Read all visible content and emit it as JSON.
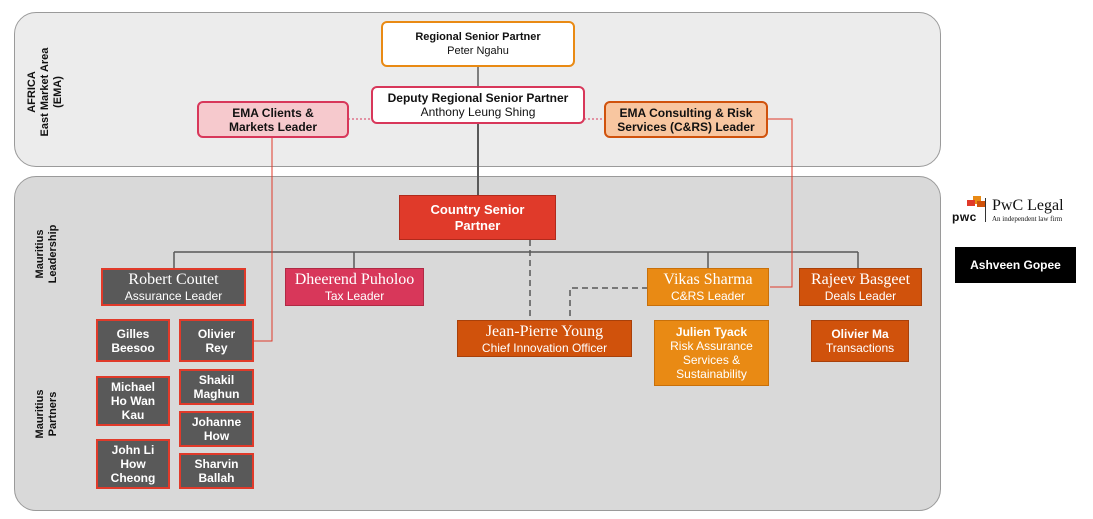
{
  "labels": {
    "ema_area": "AFRICA\nEast Market Area\n(EMA)",
    "leadership": "Mauritius\nLeadership",
    "partners": "Mauritius\nPartners"
  },
  "regional_senior_partner": {
    "title": "Regional Senior Partner",
    "name": "Peter Ngahu"
  },
  "deputy_regional_senior_partner": {
    "title": "Deputy Regional Senior Partner",
    "name": "Anthony Leung Shing"
  },
  "ema_clients_markets": {
    "line1": "EMA Clients &",
    "line2": "Markets Leader"
  },
  "ema_consulting_risk": {
    "line1": "EMA Consulting & Risk",
    "line2": "Services (C&RS) Leader"
  },
  "country_senior_partner": {
    "line1": "Country Senior",
    "line2": "Partner"
  },
  "leaders": {
    "robert": {
      "name": "Robert Coutet",
      "role": "Assurance Leader"
    },
    "dheerend": {
      "name": "Dheerend Puholoo",
      "role": "Tax Leader"
    },
    "jean_pierre": {
      "name": "Jean-Pierre Young",
      "role": "Chief Innovation Officer"
    },
    "vikas": {
      "name": "Vikas Sharma",
      "role": "C&RS Leader"
    },
    "rajeev": {
      "name": "Rajeev Basgeet",
      "role": "Deals Leader"
    }
  },
  "partners": {
    "gilles": {
      "line1": "Gilles",
      "line2": "Beesoo"
    },
    "olivier_rey": {
      "line1": "Olivier",
      "line2": "Rey"
    },
    "michael": {
      "line1": "Michael",
      "line2": "Ho Wan",
      "line3": "Kau"
    },
    "shakil": {
      "line1": "Shakil",
      "line2": "Maghun"
    },
    "johanne": {
      "line1": "Johanne",
      "line2": "How"
    },
    "john_li": {
      "line1": "John Li",
      "line2": "How",
      "line3": "Cheong"
    },
    "sharvin": {
      "line1": "Sharvin",
      "line2": "Ballah"
    },
    "julien": {
      "name": "Julien Tyack",
      "line1": "Risk Assurance",
      "line2": "Services &",
      "line3": "Sustainability"
    },
    "olivier_ma": {
      "name": "Olivier Ma",
      "role": "Transactions"
    }
  },
  "pwc_legal": {
    "logo_text": "pwc",
    "brand": "PwC Legal",
    "tagline": "An independent law firm",
    "person": "Ashveen Gopee"
  },
  "colors": {
    "accent_red": "#e03a2a",
    "orange": "#e98a14",
    "pink": "#d8375a",
    "dark_orange": "#d0520c",
    "light_pink": "#f6c9cd",
    "peach": "#f8c6a0",
    "grey_box": "#595959"
  }
}
